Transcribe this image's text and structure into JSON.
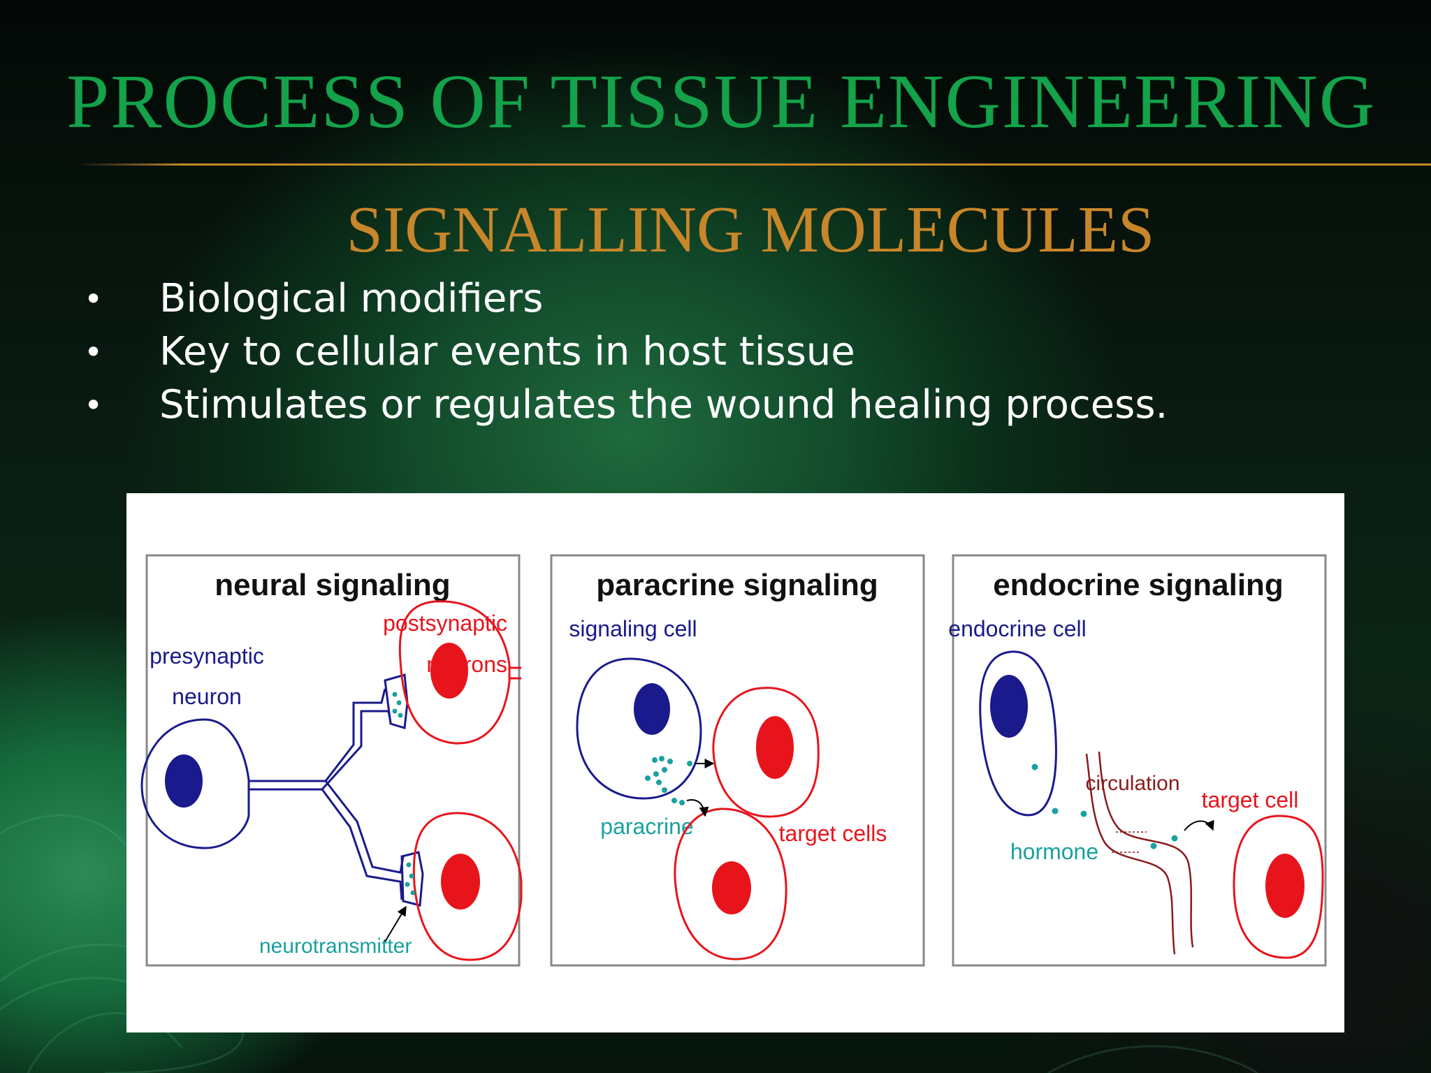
{
  "slide": {
    "title": "PROCESS OF TISSUE ENGINEERING",
    "subtitle": "SIGNALLING MOLECULES",
    "bullet_marker": "•",
    "bullets": [
      "Biological modifiers",
      "Key to cellular events in host tissue",
      "Stimulates or regulates the wound healing process."
    ]
  },
  "figure": {
    "panels": [
      {
        "heading": "neural signaling",
        "labels": {
          "cell": "presynaptic",
          "cell2": "neuron",
          "target": "postsynaptic",
          "target2": "neurons",
          "molecule": "neurotransmitter"
        }
      },
      {
        "heading": "paracrine signaling",
        "labels": {
          "cell": "signaling cell",
          "molecule": "paracrine",
          "target": "target cells"
        }
      },
      {
        "heading": "endocrine signaling",
        "labels": {
          "cell": "endocrine cell",
          "circulation": "circulation",
          "target": "target cell",
          "molecule": "hormone"
        }
      }
    ],
    "colors": {
      "signaling_cell": "#1a1a8c",
      "target_cell": "#e8141c",
      "molecule": "#1aa0a0",
      "vessel": "#8a1a1a"
    }
  }
}
